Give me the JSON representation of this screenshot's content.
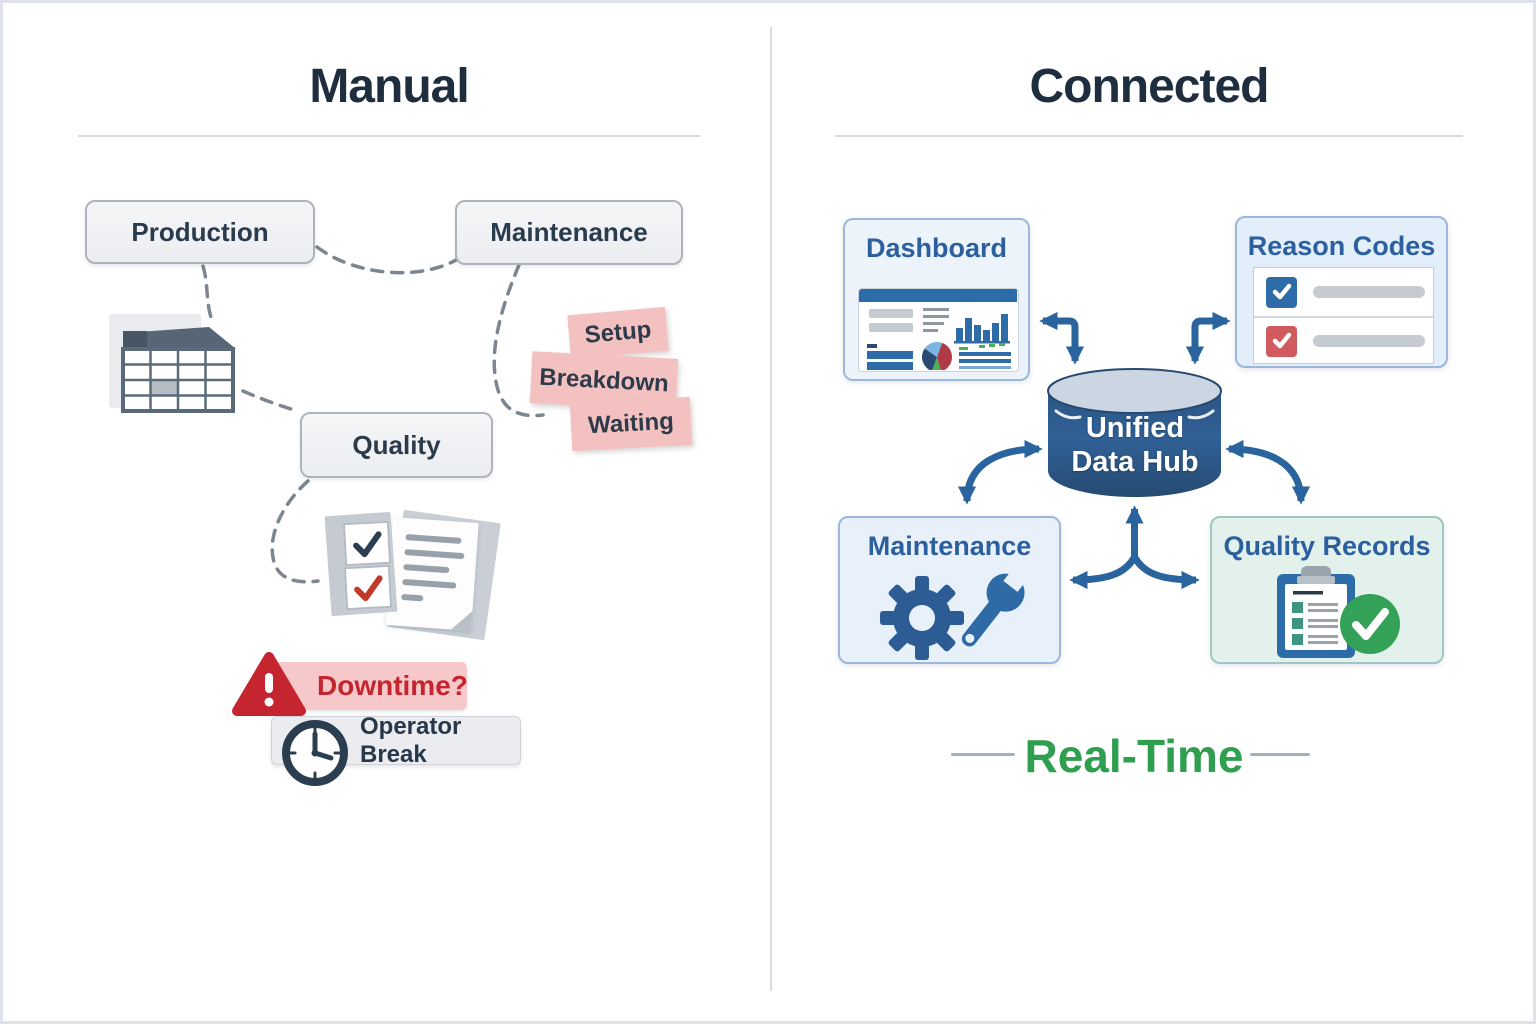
{
  "left_panel": {
    "title": "Manual",
    "production_label": "Production",
    "maintenance_label": "Maintenance",
    "quality_label": "Quality",
    "sticky_notes": [
      {
        "label": "Setup"
      },
      {
        "label": "Breakdown"
      },
      {
        "label": "Waiting"
      }
    ],
    "downtime_label": "Downtime?",
    "operator_break_label": "Operator Break"
  },
  "right_panel": {
    "title": "Connected",
    "dashboard_label": "Dashboard",
    "reason_codes_label": "Reason Codes",
    "maintenance_label": "Maintenance",
    "quality_records_label": "Quality Records",
    "hub": {
      "line1": "Unified",
      "line2": "Data Hub"
    },
    "realtime_label": "Real-Time"
  },
  "icons": {
    "spreadsheet-icon": "grid table with shaded cell",
    "documents-icon": "checklist with navy and red checkmarks plus text document",
    "warning-icon": "red triangle with exclamation mark",
    "clock-icon": "navy analog clock",
    "dashboard-preview-icon": "mini dashboard with bars, pie chart and lines",
    "checkbox-icon": "filled square with white checkmark",
    "database-icon": "blue cylinder data hub",
    "gear-icon": "blue cog wheel",
    "wrench-icon": "blue spanner",
    "clipboard-icon": "blue clipboard with checklist",
    "check-circle-icon": "green circle with white checkmark"
  },
  "colors": {
    "title_navy": "#1e2e3e",
    "box_text_navy": "#2a3b4d",
    "card_blue_text": "#2b5f9e",
    "accent_blue": "#2d6ca8",
    "arrow_blue": "#2a649e",
    "hub_blue": "#2e5e93",
    "hub_top": "#ccd6e3",
    "alert_red": "#c4252e",
    "checkbox_red": "#d15a5e",
    "note_pink": "#f4c1c1",
    "downtime_pink": "#f6c8ca",
    "success_green": "#34a158",
    "realtime_green": "#2f9e4f",
    "dash_gray": "#7d8690"
  }
}
